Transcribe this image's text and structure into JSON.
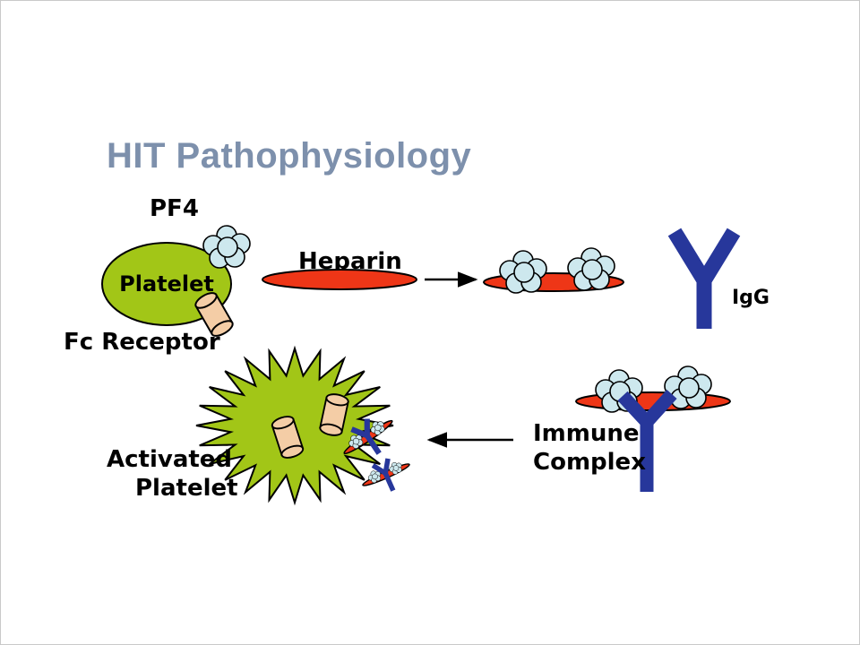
{
  "slide": {
    "title": "HIT Pathophysiology",
    "labels": {
      "pf4": "PF4",
      "platelet": "Platelet",
      "fc_receptor": "Fc Receptor",
      "heparin": "Heparin",
      "igg": "IgG",
      "immune_complex_line1": "Immune",
      "immune_complex_line2": "Complex",
      "activated_platelet_line1": "Activated",
      "activated_platelet_line2": "Platelet"
    },
    "colors": {
      "title_blue": "#7d90ac",
      "platelet_green": "#a2c617",
      "pf4_blue": "#cde8ee",
      "heparin_red": "#ee3617",
      "antibody_blue": "#27379b",
      "receptor_peach": "#f4cda6",
      "text_black": "#000000"
    }
  }
}
